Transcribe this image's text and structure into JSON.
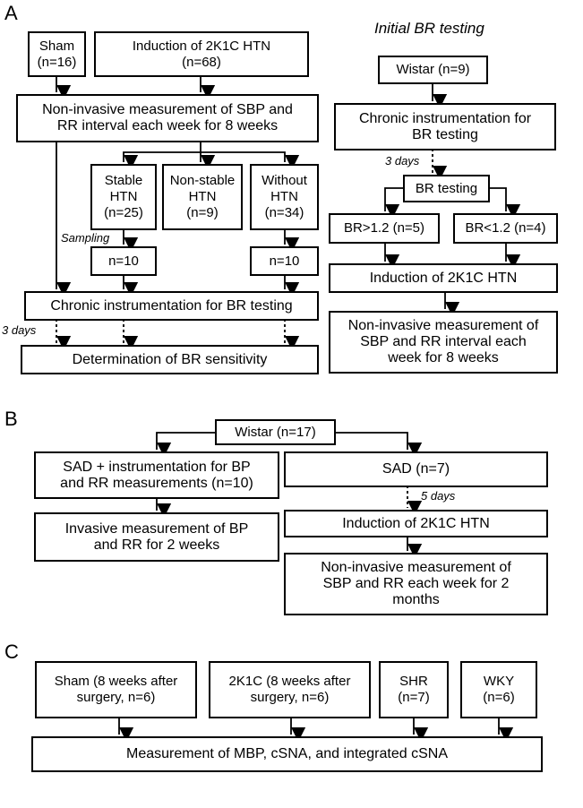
{
  "panels": {
    "A": {
      "label": "A",
      "sham": "Sham\n(n=16)",
      "induction": "Induction of 2K1C HTN\n(n=68)",
      "noninvasive": "Non-invasive measurement of SBP and\nRR interval each week for 8 weeks",
      "stable": "Stable\nHTN\n(n=25)",
      "nonstable": "Non-stable\nHTN\n(n=9)",
      "without": "Without\nHTN\n(n=34)",
      "sampling": "Sampling",
      "n10_left": "n=10",
      "n10_right": "n=10",
      "chronic": "Chronic instrumentation for BR testing",
      "three_days": "3 days",
      "determination": "Determination of BR sensitivity",
      "initial_title": "Initial BR testing",
      "wistar": "Wistar (n=9)",
      "chronic_right": "Chronic instrumentation for\nBR testing",
      "three_days_right": "3 days",
      "br_testing": "BR testing",
      "br_high": "BR>1.2 (n=5)",
      "br_low": "BR<1.2 (n=4)",
      "induction_right": "Induction of 2K1C HTN",
      "noninvasive_right": "Non-invasive measurement of\nSBP and RR interval each\nweek for 8 weeks"
    },
    "B": {
      "label": "B",
      "wistar": "Wistar (n=17)",
      "sad_instr": "SAD + instrumentation for BP\nand RR measurements (n=10)",
      "sad": "SAD (n=7)",
      "five_days": "5 days",
      "invasive": "Invasive measurement of BP\nand RR for 2 weeks",
      "induction": "Induction of 2K1C HTN",
      "noninvasive": "Non-invasive measurement of\nSBP and RR each week for 2\nmonths"
    },
    "C": {
      "label": "C",
      "sham": "Sham (8 weeks after\nsurgery, n=6)",
      "k2k1c": "2K1C (8 weeks after\nsurgery, n=6)",
      "shr": "SHR\n(n=7)",
      "wky": "WKY\n(n=6)",
      "measurement": "Measurement of MBP, cSNA, and integrated cSNA"
    }
  }
}
